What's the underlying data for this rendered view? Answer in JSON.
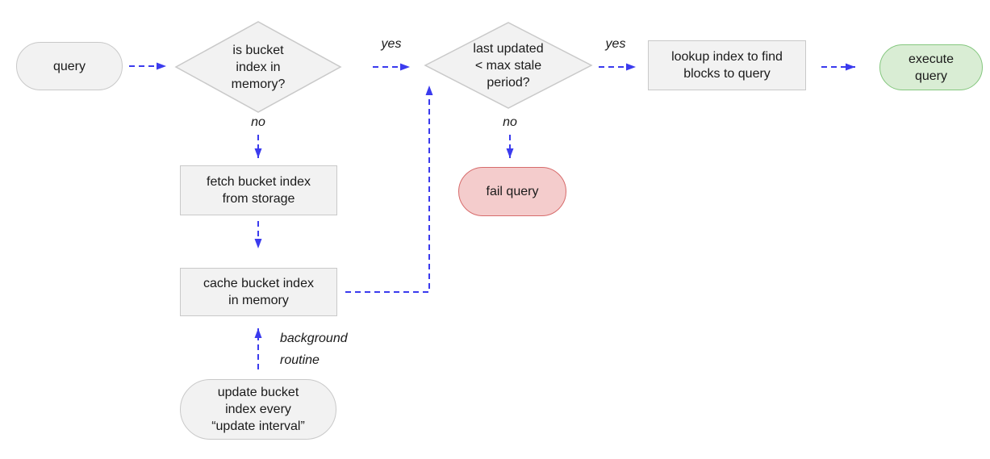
{
  "diagram": {
    "nodes": {
      "query": {
        "label": "query",
        "type": "terminal"
      },
      "memory_check": {
        "label": "is bucket\nindex in\nmemory?",
        "type": "decision"
      },
      "fetch_bucket_index": {
        "label": "fetch bucket index\nfrom storage",
        "type": "process"
      },
      "cache_bucket_index": {
        "label": "cache bucket index\nin memory",
        "type": "process"
      },
      "update_bucket_index": {
        "label": "update bucket\nindex every\n“update interval”",
        "type": "terminal"
      },
      "stale_check": {
        "label": "last updated\n< max stale\nperiod?",
        "type": "decision"
      },
      "fail_query": {
        "label": "fail query",
        "type": "terminal-fail"
      },
      "lookup_index": {
        "label": "lookup index to find\nblocks to query",
        "type": "process"
      },
      "execute_query": {
        "label": "execute\nquery",
        "type": "terminal-success"
      }
    },
    "edge_labels": {
      "memory_yes": "yes",
      "memory_no": "no",
      "stale_yes": "yes",
      "stale_no": "no",
      "background_routine": "background\nroutine"
    }
  },
  "colors": {
    "arrow": "#3b3bee",
    "node_fill": "#f2f2f2",
    "node_border": "#c9c9c9",
    "success_fill": "#d9edd4",
    "success_border": "#84c77e",
    "fail_fill": "#f4cccc",
    "fail_border": "#d76b6b",
    "text": "#1a1a1a",
    "bg": "#ffffff"
  }
}
